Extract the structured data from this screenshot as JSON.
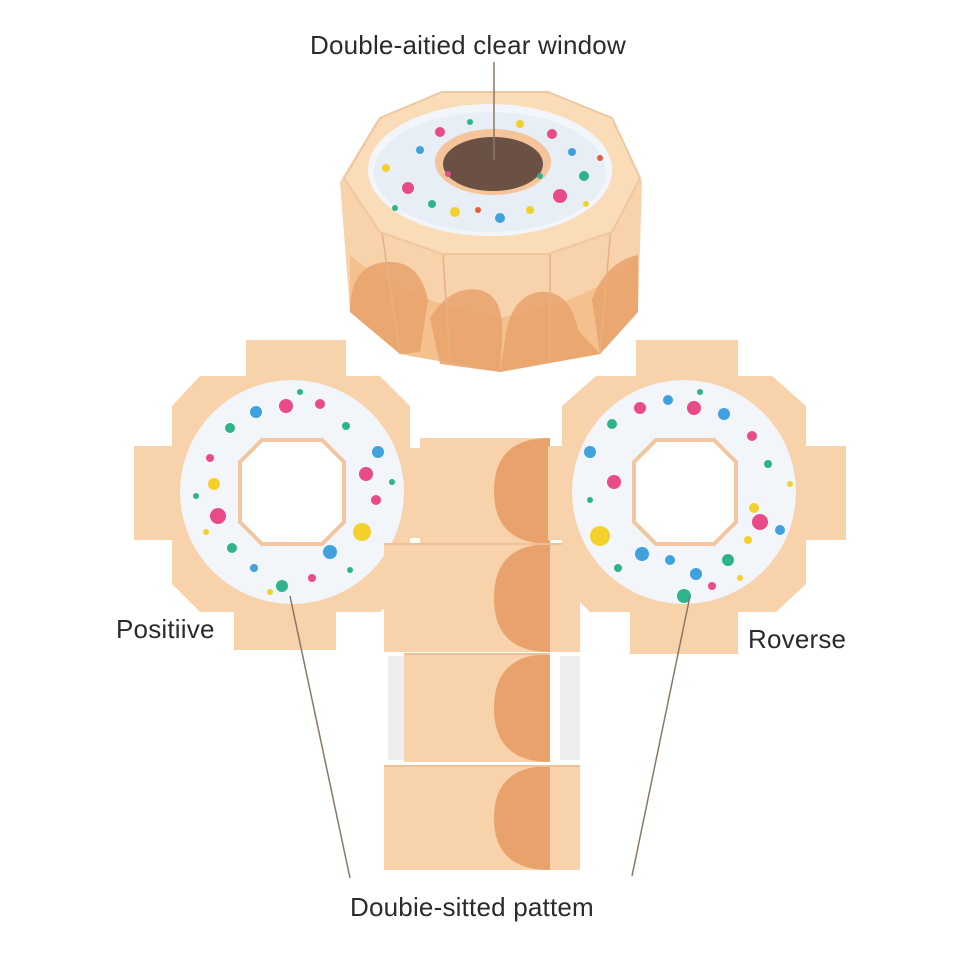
{
  "labels": {
    "window": "Double-aitied clear window",
    "positive": "Positiive",
    "reverse": "Roverse",
    "pattern": "Doubie-sitted pattem"
  },
  "colors": {
    "background": "#ffffff",
    "card_light": "#f8d2ab",
    "card_mid": "#f3c08e",
    "card_dark": "#e9a26b",
    "frosting": "#f2f6fa",
    "hole_brown": "#6b5144",
    "leader_line": "#8a7766",
    "sprinkles": [
      "#e94b8a",
      "#f4d02d",
      "#2fb38c",
      "#3fa2de",
      "#ea5a3c",
      "#9bd6cf"
    ]
  },
  "icons": {
    "assembled_box": "octagon-donut-box-icon",
    "positive_panel": "donut-panel-icon",
    "reverse_panel": "donut-panel-icon"
  }
}
